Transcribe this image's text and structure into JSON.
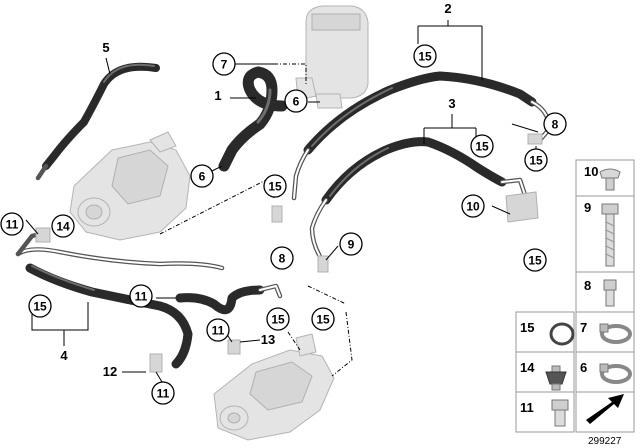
{
  "diagram_id": "299227",
  "callouts": [
    {
      "key": "c7",
      "label": "7",
      "circled": true
    },
    {
      "key": "c15a",
      "label": "15",
      "circled": true
    },
    {
      "key": "c15b",
      "label": "15",
      "circled": true
    },
    {
      "key": "c6a",
      "label": "6",
      "circled": true
    },
    {
      "key": "c6b",
      "label": "6",
      "circled": true
    },
    {
      "key": "c15c",
      "label": "15",
      "circled": true
    },
    {
      "key": "c8a",
      "label": "8",
      "circled": true
    },
    {
      "key": "c15d",
      "label": "15",
      "circled": true
    },
    {
      "key": "c10",
      "label": "10",
      "circled": true
    },
    {
      "key": "c15e",
      "label": "15",
      "circled": true
    },
    {
      "key": "c8b",
      "label": "8",
      "circled": true
    },
    {
      "key": "c9",
      "label": "9",
      "circled": true
    },
    {
      "key": "c11a",
      "label": "11",
      "circled": true
    },
    {
      "key": "c14",
      "label": "14",
      "circled": true
    },
    {
      "key": "c11b",
      "label": "11",
      "circled": true
    },
    {
      "key": "c15f",
      "label": "15",
      "circled": true
    },
    {
      "key": "c11c",
      "label": "11",
      "circled": true
    },
    {
      "key": "c15g",
      "label": "15",
      "circled": true
    },
    {
      "key": "c15h",
      "label": "15",
      "circled": true
    },
    {
      "key": "c11d",
      "label": "11",
      "circled": true
    }
  ],
  "plain_labels": [
    {
      "key": "p2",
      "label": "2"
    },
    {
      "key": "p5",
      "label": "5"
    },
    {
      "key": "p1",
      "label": "1"
    },
    {
      "key": "p3",
      "label": "3"
    },
    {
      "key": "p4",
      "label": "4"
    },
    {
      "key": "p12",
      "label": "12"
    },
    {
      "key": "p13",
      "label": "13"
    }
  ],
  "parts_table": [
    {
      "key": "t10",
      "label": "10",
      "icon": "screw-icon"
    },
    {
      "key": "t9",
      "label": "9",
      "icon": "bolt-icon"
    },
    {
      "key": "t8",
      "label": "8",
      "icon": "short-bolt-icon"
    },
    {
      "key": "t15",
      "label": "15",
      "icon": "o-ring-icon"
    },
    {
      "key": "t7",
      "label": "7",
      "icon": "hose-clamp-icon"
    },
    {
      "key": "t14",
      "label": "14",
      "icon": "rubber-mount-icon"
    },
    {
      "key": "t6",
      "label": "6",
      "icon": "hose-clamp-icon"
    },
    {
      "key": "t11",
      "label": "11",
      "icon": "hollow-bolt-icon"
    },
    {
      "key": "tArrow",
      "label": "",
      "icon": "arrow-icon"
    }
  ]
}
